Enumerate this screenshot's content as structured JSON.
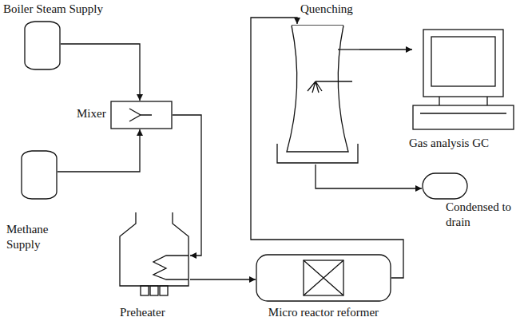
{
  "diagram": {
    "nodes": [
      {
        "text": [
          "Boiler Steam Supply"
        ]
      },
      {
        "text": [
          "Quenching"
        ]
      },
      {
        "text": [
          "Mixer"
        ]
      },
      {
        "text": [
          "Gas analysis GC"
        ]
      },
      {
        "text": [
          "Condensed to drain"
        ]
      },
      {
        "text": [
          "Methane Supply"
        ]
      },
      {
        "text": [
          "Preheater"
        ]
      },
      {
        "text": [
          "Micro reactor reformer"
        ]
      }
    ],
    "edges": [
      {
        "from": 0,
        "to": 2,
        "arrow": "to"
      },
      {
        "from": 5,
        "to": 2,
        "arrow": "to"
      },
      {
        "from": 2,
        "to": 6,
        "arrow": "to"
      },
      {
        "from": 6,
        "to": 7,
        "arrow": "to"
      },
      {
        "from": 7,
        "to": 1,
        "arrow": "to"
      },
      {
        "from": 1,
        "to": 3,
        "arrow": "to"
      },
      {
        "from": 1,
        "to": 4,
        "arrow": "to"
      }
    ]
  }
}
